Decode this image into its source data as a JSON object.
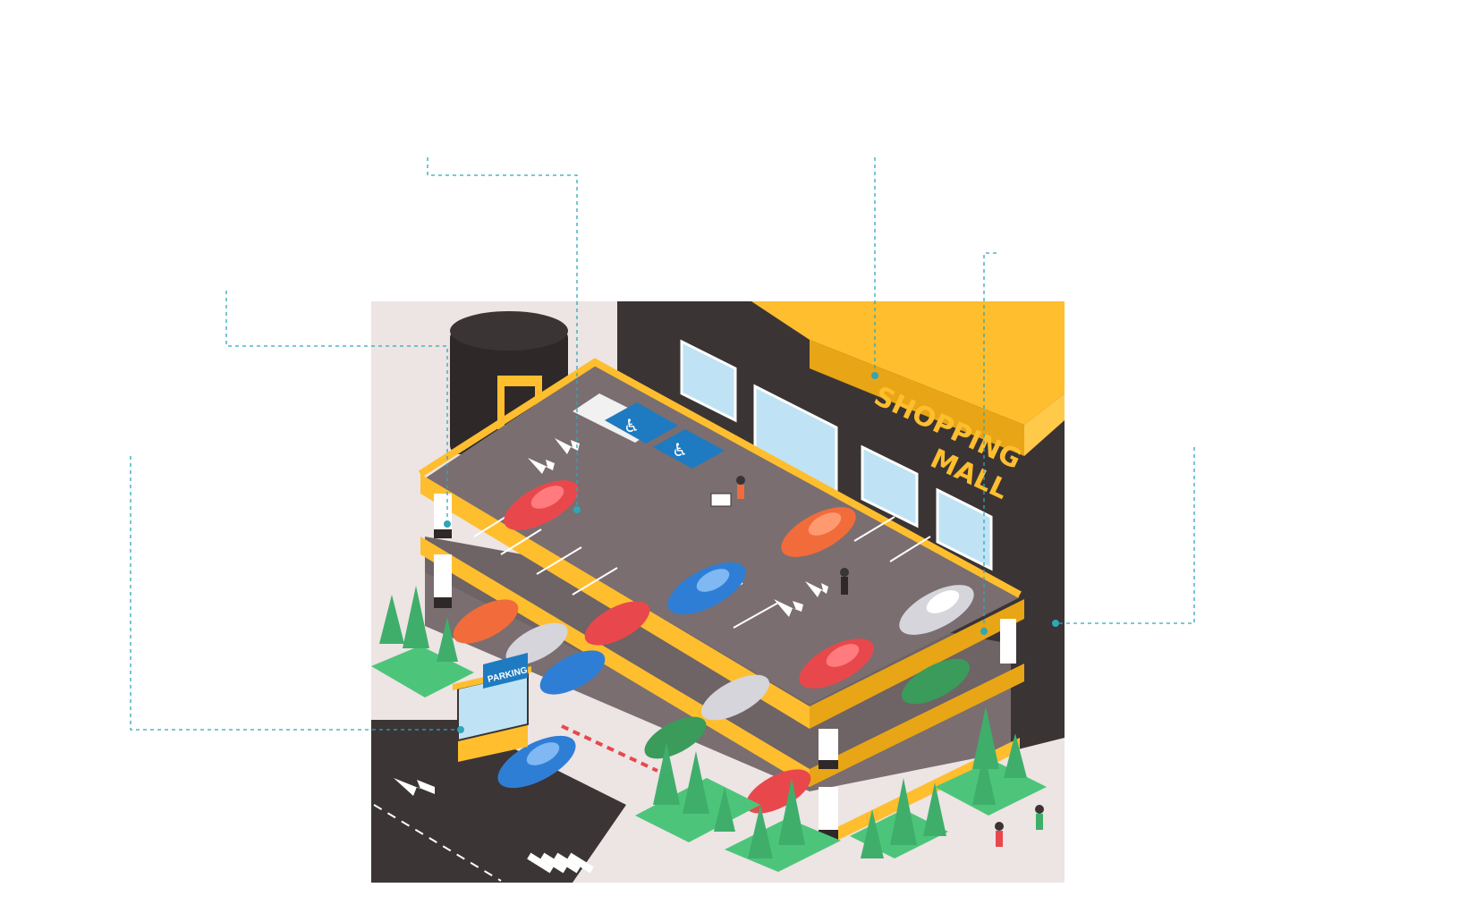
{
  "illustration": {
    "sign": {
      "line1": "SHOPPING",
      "line2": "MALL"
    },
    "booth": {
      "label": "PARKING"
    }
  },
  "colors": {
    "accent": "#FFBE2E",
    "accent_dark": "#E8A515",
    "building": "#3A3435",
    "deck": "#7A6E70",
    "ground": "#EDE4E4",
    "road": "#3B3536",
    "leader": "#2FA7B9",
    "glass": "#BFE3F4",
    "tree": "#3FAE6B",
    "grass": "#4CC57A"
  },
  "icons": [
    "wheelchair-icon",
    "arrow-icon"
  ]
}
